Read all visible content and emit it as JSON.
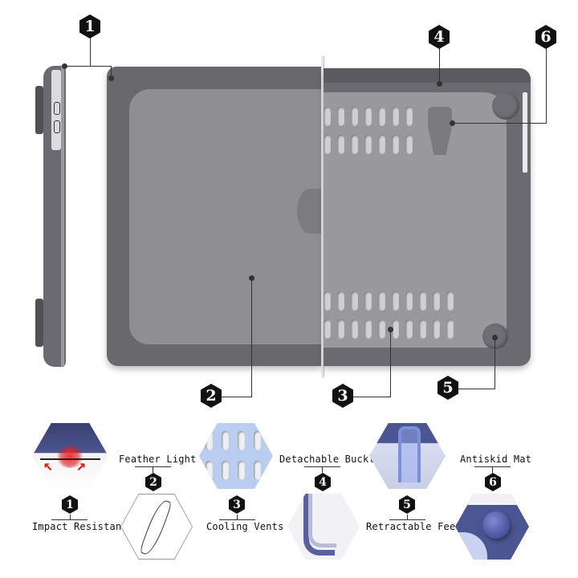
{
  "callouts": [
    {
      "num": "1"
    },
    {
      "num": "2"
    },
    {
      "num": "3"
    },
    {
      "num": "4"
    },
    {
      "num": "5"
    },
    {
      "num": "6"
    }
  ],
  "features": [
    {
      "num": "1",
      "label": "Impact Resistant"
    },
    {
      "num": "2",
      "label": "Feather Light"
    },
    {
      "num": "3",
      "label": "Cooling Vents"
    },
    {
      "num": "4",
      "label": "Detachable Buckle"
    },
    {
      "num": "5",
      "label": "Retractable Feet"
    },
    {
      "num": "6",
      "label": "Antiskid Mat"
    }
  ],
  "colors": {
    "case_dark": "#68686d",
    "case_panel": "#8e8e92",
    "badge": "#111111",
    "feature_blue": "#4a5591",
    "vent_blue": "#b9cdf0",
    "impact_red": "#d62020"
  }
}
